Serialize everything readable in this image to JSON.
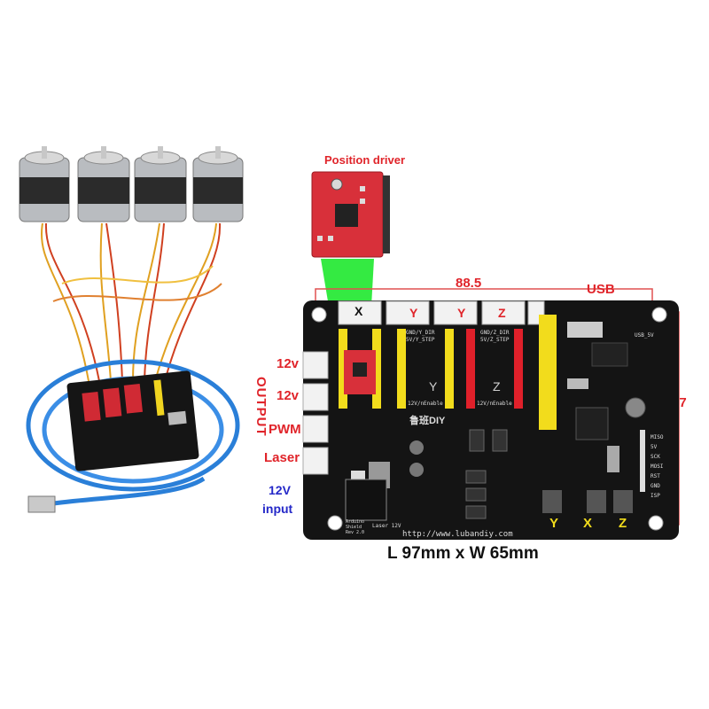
{
  "annotations": {
    "position_driver": "Position driver",
    "width_dim": "88.5",
    "usb": "USB",
    "height_dim": "57",
    "output_vertical": "OUTPUT",
    "outputs": [
      "12v",
      "12v",
      "PWM",
      "Laser"
    ],
    "input_line1": "12V",
    "input_line2": "input",
    "size_caption": "L 97mm x W 65mm"
  },
  "board": {
    "driver_labels": [
      "X",
      "Y",
      "Y",
      "Z"
    ],
    "bottom_axis_labels": [
      "Y",
      "X",
      "Z"
    ],
    "slot_y_label": "Y",
    "slot_z_label": "Z",
    "url": "http://www.lubandiy.com",
    "brand": "鲁班DIY",
    "pin_labels": [
      "MISO",
      "5V",
      "SCK",
      "MOSI",
      "RST",
      "GND",
      "ISP"
    ],
    "usb_5v": "USB_5V",
    "silk_1": "GND/Y_DIR",
    "silk_2": "5V/Y_STEP",
    "silk_3": "GND/Z_DIR",
    "silk_4": "5V/Z_STEP",
    "silk_enable_y": "12V/nEnable",
    "silk_enable_z": "12V/nEnable",
    "silk_arduino": "Arduino Shield Rev 2.0",
    "silk_laser": "Laser 12V"
  },
  "colors": {
    "label_red": "#e0242a",
    "label_blue": "#2428c8",
    "dimension_line": "#e05050",
    "board": "#141414",
    "header_yellow": "#f2dc1c",
    "header_red": "#e0202a",
    "driver_red": "#d8303a",
    "highlight_green": "#1ee82e"
  }
}
